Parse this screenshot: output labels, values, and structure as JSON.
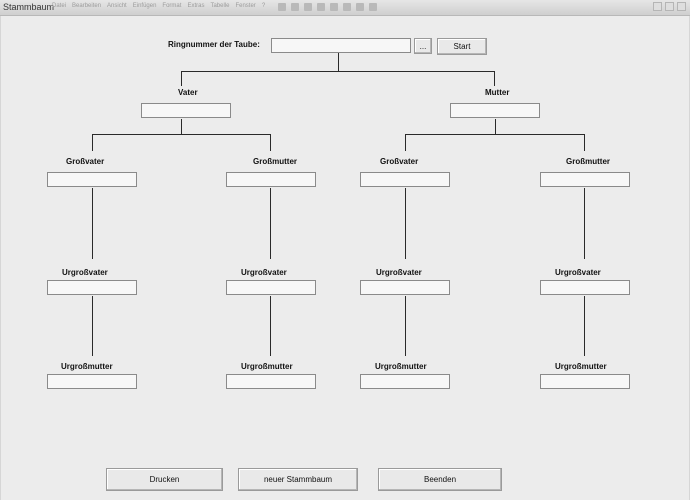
{
  "window": {
    "title": "Stammbaum"
  },
  "ghost_menu": [
    "Datei",
    "Bearbeiten",
    "Ansicht",
    "Einfügen",
    "Format",
    "Extras",
    "Tabelle",
    "Fenster",
    "?"
  ],
  "ring": {
    "label": "Ringnummer der Taube:",
    "value": "",
    "browse_label": "...",
    "start_label": "Start"
  },
  "parents": {
    "vater": "Vater",
    "mutter": "Mutter"
  },
  "grandparents": [
    "Großvater",
    "Großmutter",
    "Großvater",
    "Großmutter"
  ],
  "great_grandfathers": [
    "Urgroßvater",
    "Urgroßvater",
    "Urgroßvater",
    "Urgroßvater"
  ],
  "great_grandmothers": [
    "Urgroßmutter",
    "Urgroßmutter",
    "Urgroßmutter",
    "Urgroßmutter"
  ],
  "buttons": {
    "print": "Drucken",
    "new_tree": "neuer Stammbaum",
    "quit": "Beenden"
  }
}
